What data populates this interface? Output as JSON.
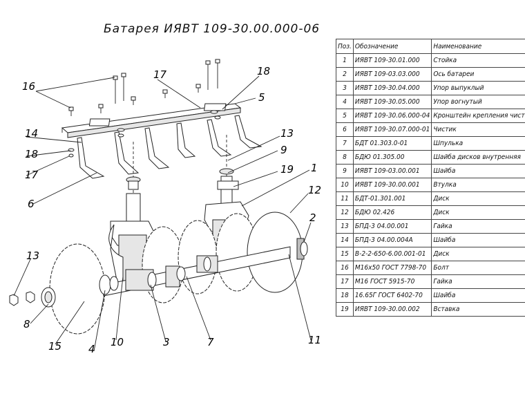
{
  "title": "Батарея ИЯВТ 109-30.00.000-06",
  "table": {
    "headers": {
      "pos": "Поз.",
      "designation": "Обозначение",
      "name": "Наименование"
    },
    "rows": [
      {
        "pos": "1",
        "designation": "ИЯВТ 109-30.01.000",
        "name": "Стойка"
      },
      {
        "pos": "2",
        "designation": "ИЯВТ 109-03.03.000",
        "name": "Ось батареи"
      },
      {
        "pos": "3",
        "designation": "ИЯВТ 109-30.04.000",
        "name": "Упор выпуклый"
      },
      {
        "pos": "4",
        "designation": "ИЯВТ 109-30.05.000",
        "name": "Упор вогнутый"
      },
      {
        "pos": "5",
        "designation": "ИЯВТ 109-30.06.000-04",
        "name": "Кронштейн крепления чистиков"
      },
      {
        "pos": "6",
        "designation": "ИЯВТ 109-30.07.000-01",
        "name": "Чистик"
      },
      {
        "pos": "7",
        "designation": "БДТ 01.303.0-01",
        "name": "Шпулька"
      },
      {
        "pos": "8",
        "designation": "БДЮ 01.305.00",
        "name": "Шайба дисков внутренняя"
      },
      {
        "pos": "9",
        "designation": "ИЯВТ 109-03.00.001",
        "name": "Шайба"
      },
      {
        "pos": "10",
        "designation": "ИЯВТ 109-30.00.001",
        "name": "Втулка"
      },
      {
        "pos": "11",
        "designation": "БДТ-01.301.001",
        "name": "Диск"
      },
      {
        "pos": "12",
        "designation": "БДЮ 02.426",
        "name": "Диск"
      },
      {
        "pos": "13",
        "designation": "БПД-3 04.00.001",
        "name": "Гайка"
      },
      {
        "pos": "14",
        "designation": "БПД-3 04.00.004А",
        "name": "Шайба"
      },
      {
        "pos": "15",
        "designation": "В-2-2-650-6.00.001-01",
        "name": "Диск"
      },
      {
        "pos": "16",
        "designation": "М16х50 ГОСТ 7798-70",
        "name": "Болт"
      },
      {
        "pos": "17",
        "designation": "М16 ГОСТ 5915-70",
        "name": "Гайка"
      },
      {
        "pos": "18",
        "designation": "16.65Г ГОСТ 6402-70",
        "name": "Шайба"
      },
      {
        "pos": "19",
        "designation": "ИЯВТ 109-30.00.002",
        "name": "Вставка"
      }
    ]
  },
  "callouts": {
    "c1": "1",
    "c2": "2",
    "c3": "3",
    "c4": "4",
    "c5": "5",
    "c6": "6",
    "c7": "7",
    "c8": "8",
    "c9": "9",
    "c10": "10",
    "c11": "11",
    "c12": "12",
    "c13a": "13",
    "c13b": "13",
    "c14": "14",
    "c15": "15",
    "c16": "16",
    "c17a": "17",
    "c17b": "17",
    "c18a": "18",
    "c18b": "18",
    "c19": "19"
  }
}
